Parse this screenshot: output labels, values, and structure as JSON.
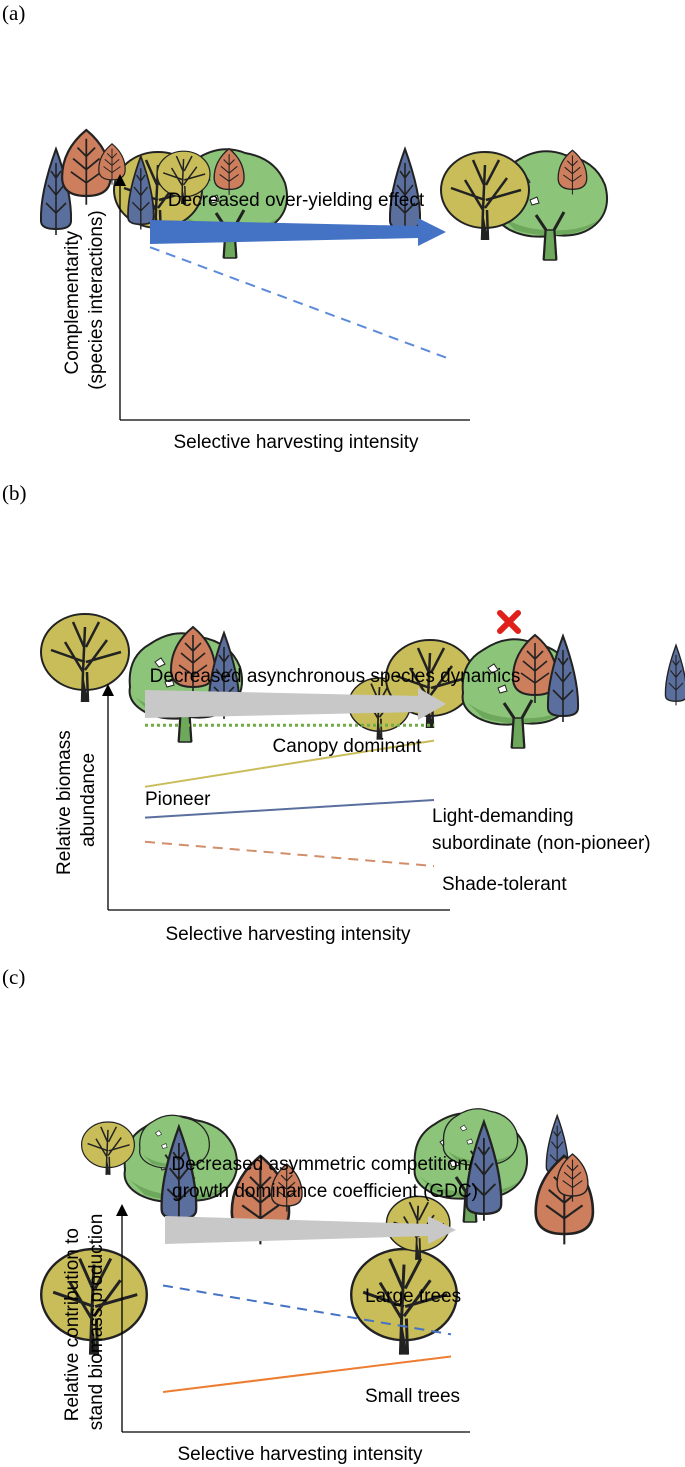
{
  "panels": [
    {
      "label": "(a)",
      "arrow_text": "Decreased over-yielding effect",
      "arrow_color": "#4472C4",
      "y_label_lines": [
        "Complementarity",
        "(species interactions)"
      ],
      "x_label": "Selective harvesting intensity",
      "trend_lines": [
        {
          "name": "",
          "style": "dashed",
          "color": "#5B8BD9",
          "y_start": 0.72,
          "y_end": 0.26
        }
      ]
    },
    {
      "label": "(b)",
      "arrow_text": "Decreased asynchronous species dynamics",
      "arrow_color": "#C8C8C8",
      "y_label_lines": [
        "Relative biomass",
        "abundance"
      ],
      "x_label": "Selective harvesting intensity",
      "trend_lines": [
        {
          "name": "Canopy dominant",
          "style": "dotted",
          "color": "#70AD47",
          "y_start": 0.84,
          "y_end": 0.84
        },
        {
          "name": "Pioneer",
          "style": "solid",
          "color": "#C9BD5A",
          "y_start": 0.56,
          "y_end": 0.77
        },
        {
          "name": "Light-demanding subordinate (non-pioneer)",
          "name_lines": [
            "Light-demanding",
            "subordinate (non-pioneer)"
          ],
          "style": "solid",
          "color": "#5B6F9E",
          "y_start": 0.42,
          "y_end": 0.5
        },
        {
          "name": "Shade-tolerant",
          "style": "dashed",
          "color": "#D08E6A",
          "y_start": 0.31,
          "y_end": 0.2
        }
      ]
    },
    {
      "label": "(c)",
      "arrow_text_lines": [
        "Decreased asymmetric competition/",
        "growth dominance coefficient (GDC)"
      ],
      "arrow_color": "#C8C8C8",
      "y_label_lines": [
        "Relative contribution to",
        "stand biomass production"
      ],
      "x_label": "Selective harvesting intensity",
      "trend_lines": [
        {
          "name": "Large trees",
          "style": "dashed",
          "color": "#4472C4",
          "y_start": 0.66,
          "y_end": 0.44
        },
        {
          "name": "Small trees",
          "style": "solid",
          "color": "#ED7D31",
          "y_start": 0.18,
          "y_end": 0.34
        }
      ]
    }
  ],
  "colors": {
    "yellow_tree": "#C9BD5A",
    "green_tree": "#8CC57A",
    "green_tree_shade": "#6EA85C",
    "orange_tree": "#CD7E5C",
    "blue_tree": "#5B6F9E",
    "removed_mark": "#E0201B"
  },
  "icons": [
    "yellow-broadleaf-tree-icon",
    "green-broadleaf-tree-icon",
    "orange-conifer-tree-icon",
    "blue-conifer-tree-icon",
    "removed-tree-x-icon"
  ]
}
